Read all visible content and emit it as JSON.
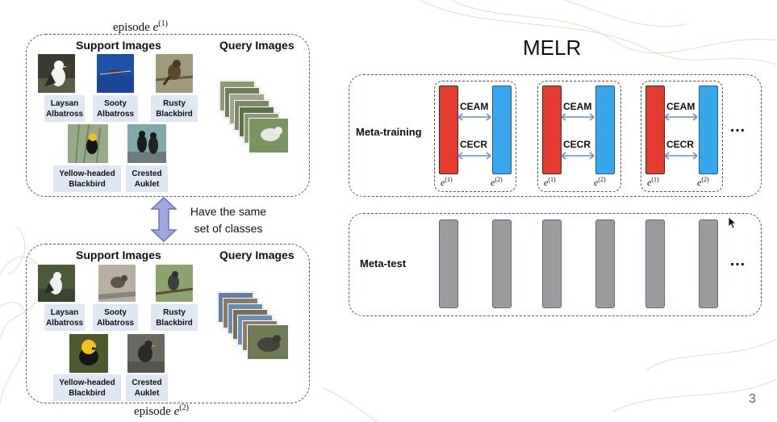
{
  "episodes": [
    {
      "label_prefix": "episode ",
      "symbol": "e",
      "sup": "(1)",
      "support_title": "Support Images",
      "query_title": "Query Images",
      "support": [
        {
          "line1": "Laysan",
          "line2": "Albatross"
        },
        {
          "line1": "Sooty",
          "line2": "Albatross"
        },
        {
          "line1": "Rusty",
          "line2": "Blackbird"
        },
        {
          "line1": "Yellow-headed",
          "line2": "Blackbird"
        },
        {
          "line1": "Crested",
          "line2": "Auklet"
        }
      ]
    },
    {
      "label_prefix": "episode ",
      "symbol": "e",
      "sup": "(2)",
      "support_title": "Support Images",
      "query_title": "Query Images",
      "support": [
        {
          "line1": "Laysan",
          "line2": "Albatross"
        },
        {
          "line1": "Sooty",
          "line2": "Albatross"
        },
        {
          "line1": "Rusty",
          "line2": "Blackbird"
        },
        {
          "line1": "Yellow-headed",
          "line2": "Blackbird"
        },
        {
          "line1": "Crested",
          "line2": "Auklet"
        }
      ]
    }
  ],
  "same_classes": {
    "line1": "Have the same",
    "line2": "set of classes"
  },
  "melr": {
    "title": "MELR",
    "meta_training_label": "Meta-training",
    "meta_test_label": "Meta-test",
    "ceam": "CEAM",
    "cecr": "CECR",
    "e_symbol": "e",
    "e1_sup": "(1)",
    "e2_sup": "(2)",
    "ellipsis": "…",
    "colors": {
      "episode1_bar": "#e53a2e",
      "episode2_bar": "#39a6ea",
      "test_bar": "#9b9b9b",
      "arrow": "#6a8ed0",
      "dashed_border": "#3f5f9a"
    }
  },
  "page_number": "3"
}
